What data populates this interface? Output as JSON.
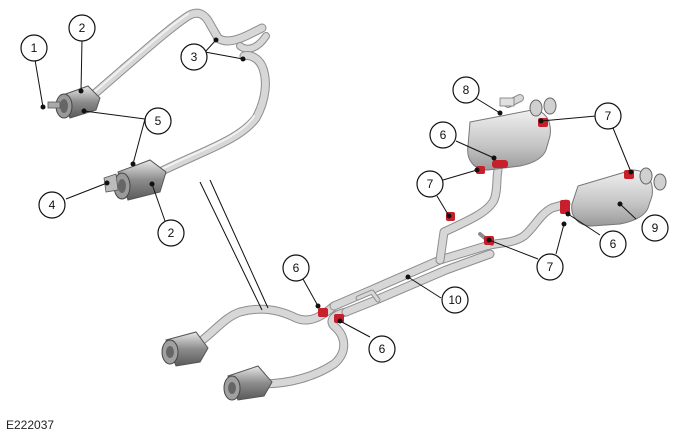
{
  "figure_ref": "E222037",
  "callouts": {
    "c1": "1",
    "c2a": "2",
    "c2b": "2",
    "c3": "3",
    "c4": "4",
    "c5": "5",
    "c6a": "6",
    "c6b": "6",
    "c6c": "6",
    "c6d": "6",
    "c7a": "7",
    "c7b": "7",
    "c7c": "7",
    "c8": "8",
    "c9": "9",
    "c10": "10"
  },
  "colors": {
    "pipe": "#d7d7d7",
    "pipe_outline": "#8d8d8d",
    "clamp": "#c8202a",
    "muffler": "#cfcfcf"
  }
}
